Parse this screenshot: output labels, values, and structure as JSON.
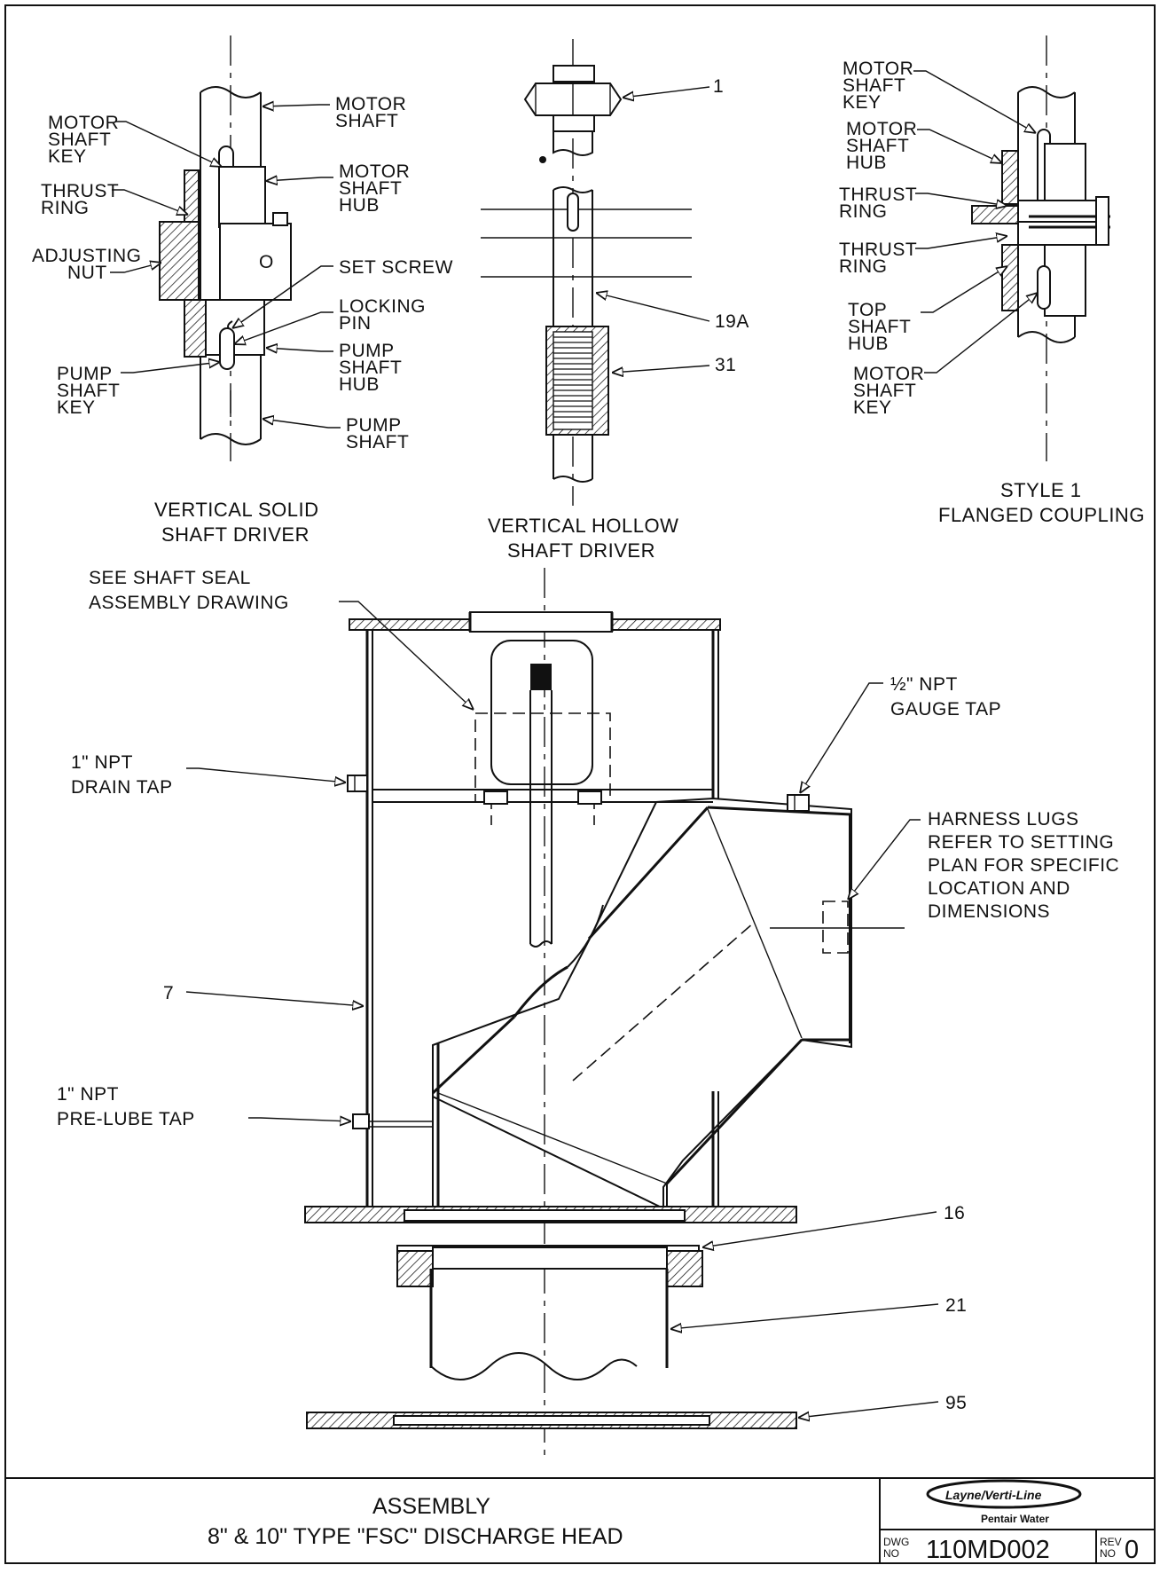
{
  "views": {
    "solid_driver": {
      "caption_line1": "VERTICAL SOLID",
      "caption_line2": "SHAFT DRIVER",
      "labels": {
        "motor_shaft_key": [
          "MOTOR",
          "SHAFT",
          "KEY"
        ],
        "thrust_ring": [
          "THRUST",
          "RING"
        ],
        "adjusting_nut": [
          "ADJUSTING",
          "NUT"
        ],
        "pump_shaft_key": [
          "PUMP",
          "SHAFT",
          "KEY"
        ],
        "motor_shaft": [
          "MOTOR",
          "SHAFT"
        ],
        "motor_shaft_hub": [
          "MOTOR",
          "SHAFT",
          "HUB"
        ],
        "set_screw": "SET SCREW",
        "locking_pin": [
          "LOCKING",
          "PIN"
        ],
        "pump_shaft_hub": [
          "PUMP",
          "SHAFT",
          "HUB"
        ],
        "pump_shaft": [
          "PUMP",
          "SHAFT"
        ],
        "hub_mark": "O"
      }
    },
    "hollow_driver": {
      "caption_line1": "VERTICAL HOLLOW",
      "caption_line2": "SHAFT DRIVER",
      "callouts": [
        "1",
        "19A",
        "31"
      ]
    },
    "flanged_coupling": {
      "caption_line1": "STYLE 1",
      "caption_line2": "FLANGED COUPLING",
      "labels": {
        "motor_shaft_key_top": [
          "MOTOR",
          "SHAFT",
          "KEY"
        ],
        "motor_shaft_hub": [
          "MOTOR",
          "SHAFT",
          "HUB"
        ],
        "thrust_ring_1": [
          "THRUST",
          "RING"
        ],
        "thrust_ring_2": [
          "THRUST",
          "RING"
        ],
        "top_shaft_hub": [
          "TOP",
          "SHAFT",
          "HUB"
        ],
        "motor_shaft_key_bottom": [
          "MOTOR",
          "SHAFT",
          "KEY"
        ]
      }
    },
    "discharge_head": {
      "shaft_seal_note": [
        "SEE SHAFT SEAL",
        "ASSEMBLY DRAWING"
      ],
      "gauge_tap": [
        "½\" NPT",
        "GAUGE TAP"
      ],
      "drain_tap": [
        "1\" NPT",
        "DRAIN TAP"
      ],
      "harness_lugs": [
        "HARNESS LUGS",
        "REFER TO SETTING",
        "PLAN FOR SPECIFIC",
        "LOCATION AND",
        "DIMENSIONS"
      ],
      "prelube_tap": [
        "1\" NPT",
        "PRE-LUBE TAP"
      ],
      "callouts": [
        "7",
        "16",
        "21",
        "95"
      ]
    }
  },
  "title_block": {
    "title_line1": "ASSEMBLY",
    "title_line2": "8\" & 10\" TYPE \"FSC\" DISCHARGE HEAD",
    "logo_text": "Layne/Verti-Line",
    "company": "Pentair Water",
    "dwg_no_label": [
      "DWG",
      "NO"
    ],
    "dwg_no": "110MD002",
    "rev_label": [
      "REV",
      "NO"
    ],
    "rev": "0"
  }
}
